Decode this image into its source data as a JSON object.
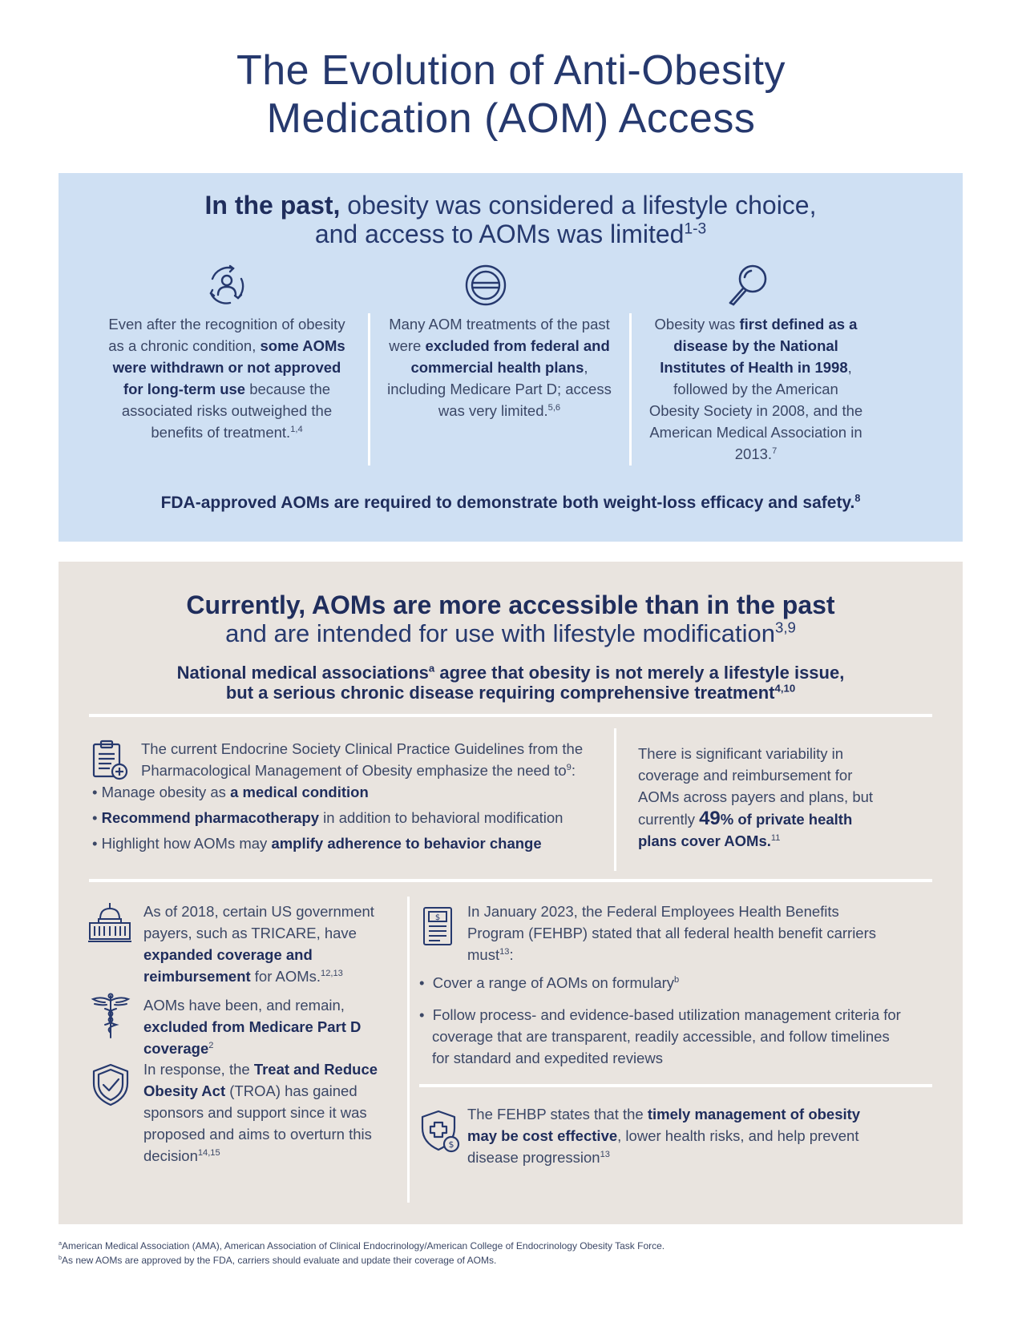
{
  "title": {
    "line1": "The Evolution of Anti-Obesity",
    "line2": "Medication (AOM) Access"
  },
  "past": {
    "heading_bold": "In the past,",
    "heading_rest": " obesity was considered a lifestyle choice,",
    "heading_line2": "and access to AOMs was limited",
    "heading_ref": "1-3",
    "col1": {
      "t1": "Even after the recognition of obesity as a chronic condition, ",
      "b1": "some AOMs were withdrawn or not approved for long-term use",
      "t2": " because the associated risks outweighed the benefits of treatment.",
      "ref": "1,4"
    },
    "col2": {
      "t1": "Many AOM treatments of the past were ",
      "b1": "excluded from federal and commercial health plans",
      "t2": ", including Medicare Part D; access was very limited.",
      "ref": "5,6"
    },
    "col3": {
      "t1": "Obesity was ",
      "b1": "first defined as a disease by the National Institutes of Health in 1998",
      "t2": ", followed by the American Obesity Society in 2008, and the American Medical Association in 2013.",
      "ref": "7"
    },
    "footer": "FDA-approved AOMs are required to demonstrate both weight-loss efficacy and safety.",
    "footer_ref": "8"
  },
  "current": {
    "heading_bold": "Currently, AOMs are more accessible than in the past",
    "heading_line2": "and are intended for use with lifestyle modification",
    "heading_ref": "3,9",
    "sub_line1a": "National medical associations",
    "sub_line1_ref": "a",
    "sub_line1b": " agree that obesity is not merely a lifestyle issue,",
    "sub_line2": "but a serious chronic disease requiring comprehensive treatment",
    "sub_ref": "4,10",
    "guidelines_intro": "The current Endocrine Society Clinical Practice Guidelines from the Pharmacological Management of Obesity emphasize the need to",
    "guidelines_ref": "9",
    "guidelines_colon": ":",
    "bullet1_t": "Manage obesity as ",
    "bullet1_b": "a medical condition",
    "bullet2_b": "Recommend pharmacotherapy",
    "bullet2_t": " in addition to behavioral modification",
    "bullet3_t": "Highlight how AOMs may ",
    "bullet3_b": "amplify adherence to behavior change",
    "variability_t": "There is significant variability in coverage and reimbursement for AOMs across payers and plans, but currently ",
    "variability_pct": "49",
    "variability_b": "% of private health plans cover AOMs.",
    "variability_ref": "11",
    "gov_t1": "As of 2018, certain US government payers, such as TRICARE, have ",
    "gov_b": "expanded coverage and reimbursement",
    "gov_t2": " for AOMs.",
    "gov_ref": "12,13",
    "medicare_t1": "AOMs have been, and remain, ",
    "medicare_b": "excluded from Medicare Part D coverage",
    "medicare_ref": "2",
    "troa_t1": "In response, the ",
    "troa_b": "Treat and Reduce Obesity Act",
    "troa_t2": " (TROA) has gained sponsors and support since it was proposed and aims to overturn this decision",
    "troa_ref": "14,15",
    "fehbp_intro": "In January 2023, the Federal Employees Health Benefits Program (FEHBP) stated that all federal health benefit carriers must",
    "fehbp_ref": "13",
    "fehbp_colon": ":",
    "fehbp_b1": "Cover a range of AOMs on formulary",
    "fehbp_b1_ref": "b",
    "fehbp_b2": "Follow process- and evidence-based utilization management criteria for coverage that are transparent, readily accessible, and follow timelines for standard and expedited reviews",
    "cost_t1": "The FEHBP states that the ",
    "cost_b": "timely management of obesity may be cost effective",
    "cost_t2": ", lower health risks, and help prevent disease progression",
    "cost_ref": "13"
  },
  "footnotes": {
    "a_mark": "a",
    "a": "American Medical Association (AMA), American Association of Clinical Endocrinology/American College of Endocrinology Obesity Task Force.",
    "b_mark": "b",
    "b": "As new AOMs are approved by the FDA, carriers should evaluate and update their coverage of AOMs."
  },
  "colors": {
    "navy": "#1f2d5c",
    "past_bg": "#cfe0f3",
    "current_bg": "#e9e4df"
  }
}
